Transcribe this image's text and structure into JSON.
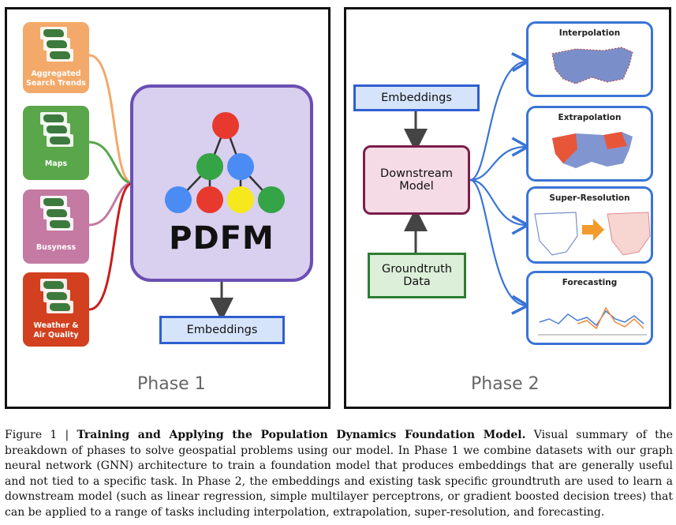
{
  "phase1": {
    "label": "Phase 1",
    "sources": [
      {
        "label_lines": [
          "Aggregated",
          "Search Trends"
        ],
        "color": "#f3a96a"
      },
      {
        "label_lines": [
          "Maps"
        ],
        "color": "#5aa64a"
      },
      {
        "label_lines": [
          "Busyness"
        ],
        "color": "#c47aa2"
      },
      {
        "label_lines": [
          "Weather &",
          "Air Quality"
        ],
        "color": "#d2401f"
      }
    ],
    "model": {
      "label": "PDFM",
      "fill": "#d9cfee",
      "border": "#6b4fb3"
    },
    "embeddings_label": "Embeddings",
    "graph_node_colors": [
      "#e8392e",
      "#34a446",
      "#4a8cf3",
      "#e8392e",
      "#f5e81d"
    ]
  },
  "phase2": {
    "label": "Phase 2",
    "embeddings_label": "Embeddings",
    "downstream_model_lines": [
      "Downstream",
      "Model"
    ],
    "groundtruth_lines": [
      "Groundtruth",
      "Data"
    ],
    "tasks": [
      {
        "title": "Interpolation"
      },
      {
        "title": "Extrapolation"
      },
      {
        "title": "Super-Resolution"
      },
      {
        "title": "Forecasting"
      }
    ]
  },
  "caption": {
    "figure_label": "Figure 1 | ",
    "title": "Training and Applying the Population Dynamics Foundation Model.",
    "text": " Visual summary of the breakdown of phases to solve geospatial problems using our model. In Phase 1 we combine datasets with our graph neural network (GNN) architecture to train a foundation model that produces embeddings that are generally useful and not tied to a specific task. In Phase 2, the embeddings and existing task specific groundtruth are used to learn a downstream model (such as linear regression, simple multilayer perceptrons, or gradient boosted decision trees) that can be applied to a range of tasks including interpolation, extrapolation, super-resolution, and forecasting."
  }
}
